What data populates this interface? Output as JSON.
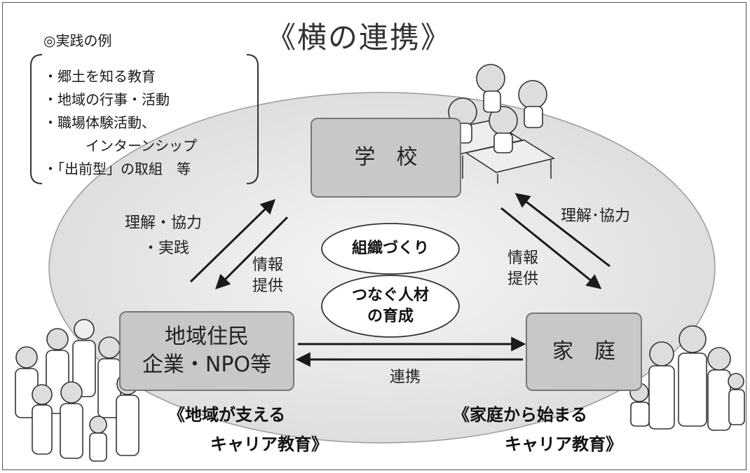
{
  "title": "《横の連携》",
  "examples": {
    "heading": "◎実践の例",
    "items": [
      "・郷土を知る教育",
      "・地域の行事・活動",
      "・職場体験活動、",
      "インターンシップ",
      "・「出前型」の取組　等"
    ]
  },
  "nodes": {
    "school": "学　校",
    "community_line1": "地域住民",
    "community_line2": "企業・NPO等",
    "home": "家　庭"
  },
  "center": {
    "org": "組織づくり",
    "talent_line1": "つなぐ人材",
    "talent_line2": "の育成"
  },
  "labels": {
    "left_up_line1": "理解・協力",
    "left_up_line2": "・実践",
    "left_down_line1": "情報",
    "left_down_line2": "提供",
    "right_up": "理解･協力",
    "right_down_line1": "情報",
    "right_down_line2": "提供",
    "bottom": "連携"
  },
  "captions": {
    "community_line1": "《地域が支える",
    "community_line2": "キャリア教育》",
    "home_line1": "《家庭から始まる",
    "home_line2": "キャリア教育》"
  },
  "colors": {
    "ellipse_fill": "#e9e9e9",
    "box_fill": "#c8c8c8",
    "arrow": "#1a1a1a"
  }
}
